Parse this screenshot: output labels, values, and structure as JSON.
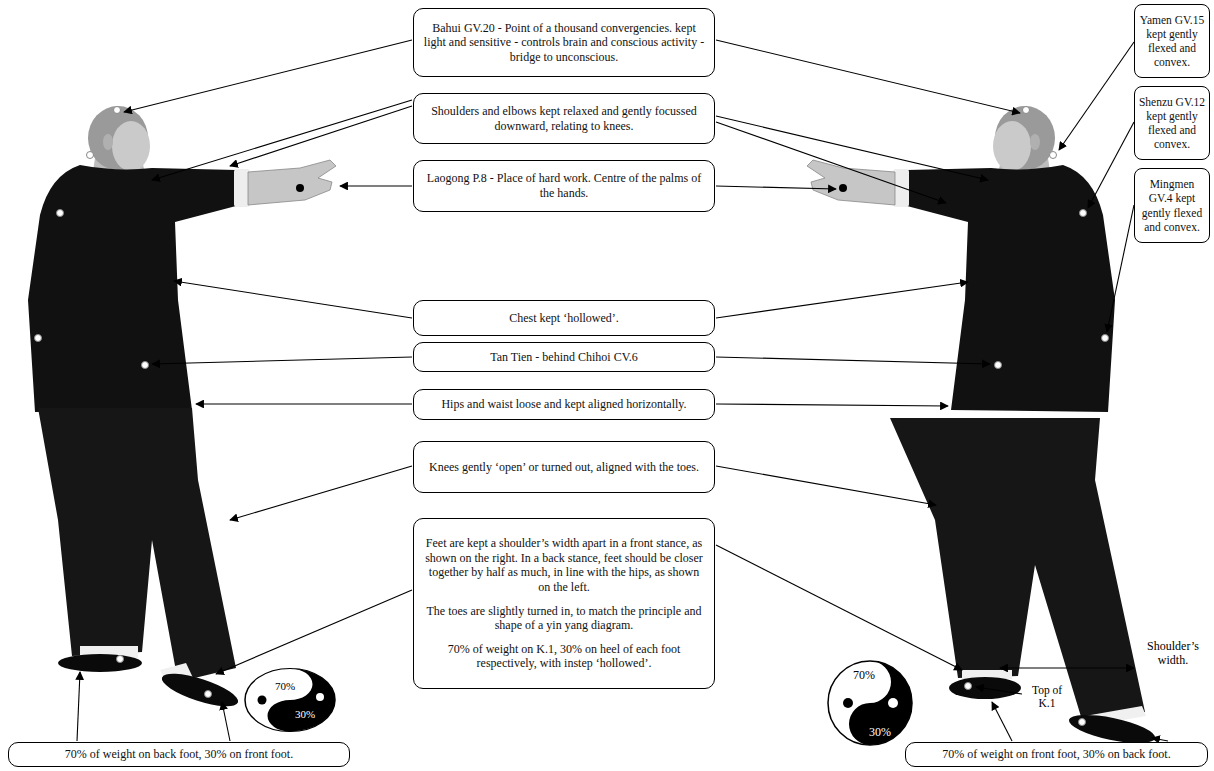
{
  "diagram": {
    "nodes": [
      {
        "text": [
          "Bahui GV.20 - Point of a thousand convergencies. kept light and sensitive - controls brain and conscious activity - bridge to unconscious."
        ]
      },
      {
        "text": [
          "Yamen GV.15 kept gently flexed and convex."
        ]
      },
      {
        "text": [
          "Shoulders and elbows kept relaxed and gently focussed downward, relating to knees."
        ]
      },
      {
        "text": [
          "Shenzu GV.12 kept gently flexed and convex."
        ]
      },
      {
        "text": [
          "Laogong P.8 - Place of hard work. Centre of the palms of the hands."
        ]
      },
      {
        "text": [
          "Mingmen GV.4 kept gently flexed and convex."
        ]
      },
      {
        "text": [
          "Chest kept ‘hollowed’."
        ]
      },
      {
        "text": [
          "Tan Tien - behind Chihoi CV.6"
        ]
      },
      {
        "text": [
          "Hips and waist loose and kept aligned horizontally."
        ]
      },
      {
        "text": [
          "Knees gently ‘open’ or turned out, aligned with the toes."
        ]
      },
      {
        "text": [
          "Feet are kept a shoulder’s width apart in a front stance, as shown on the right. In a back stance, feet should be closer together by half as much, in line with the hips, as shown on the left.",
          "The toes are slightly turned in, to match the principle and shape of a yin yang diagram.",
          "70% of weight on K.1, 30% on heel of each foot respectively, with instep ‘hollowed’."
        ]
      },
      {
        "text": [
          "70% of weight on back foot, 30% on front foot."
        ]
      },
      {
        "text": [
          "70% of weight on front foot, 30% on back foot."
        ]
      }
    ],
    "labels": [
      "70%",
      "30%",
      "70%",
      "30%",
      "Shoulder’s width.",
      "Top of K.1"
    ]
  }
}
